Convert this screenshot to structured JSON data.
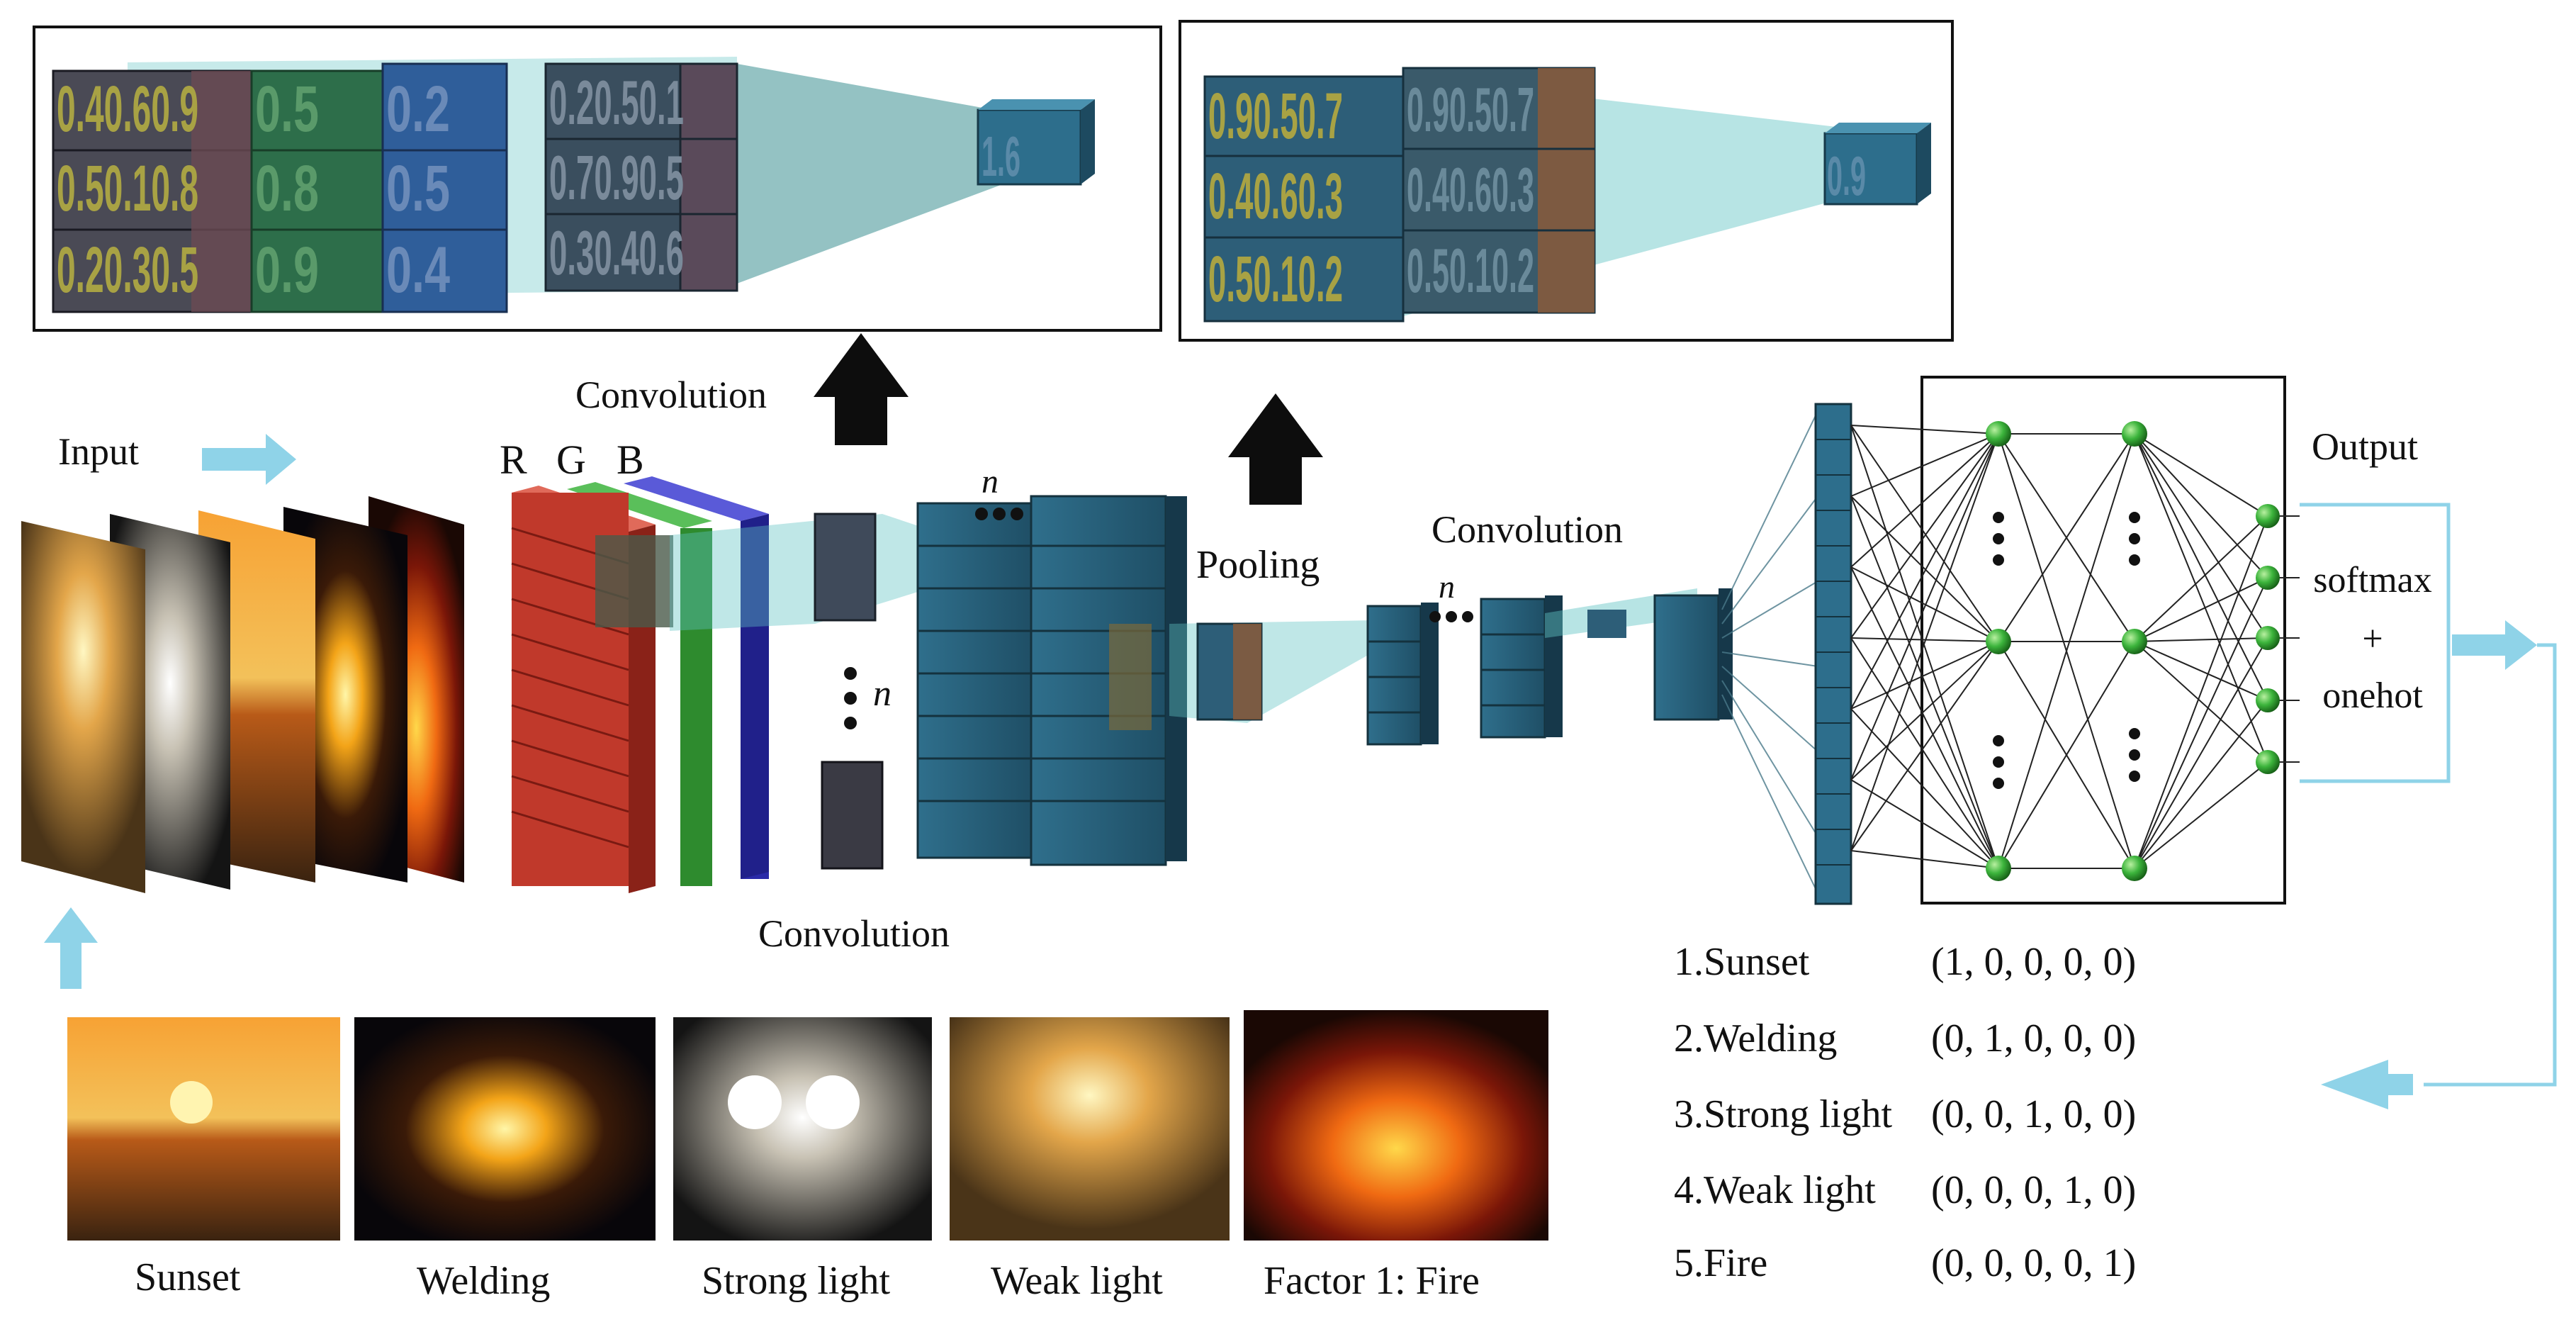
{
  "labels": {
    "input": "Input",
    "r": "R",
    "g": "G",
    "b": "B",
    "convolution_top": "Convolution",
    "convolution_mid": "Convolution",
    "convolution_bottom": "Convolution",
    "pooling": "Pooling",
    "output": "Output",
    "n1": "n",
    "n2": "n",
    "n3": "n",
    "softmax": "softmax",
    "plus": "+",
    "onehot": "onehot"
  },
  "zoom_convolution": {
    "input_rows": [
      "0.40.60.9",
      "0.50.10.8",
      "0.20.30.5"
    ],
    "g_rows": [
      "0.5",
      "0.8",
      "0.9"
    ],
    "b_rows": [
      "0.2",
      "0.5",
      "0.4"
    ],
    "kernel_rows": [
      "0.20.50.1",
      "0.70.90.5",
      "0.30.40.6"
    ],
    "result": "1.6"
  },
  "zoom_pooling": {
    "input_rows": [
      "0.90.50.7",
      "0.40.60.3",
      "0.50.10.2"
    ],
    "kernel_rows": [
      "0.90.50.7",
      "0.40.60.3",
      "0.50.10.2"
    ],
    "result": "0.9"
  },
  "classes": [
    {
      "label": "1.Sunset",
      "vector": "(1,  0,  0,  0,  0)"
    },
    {
      "label": "2.Welding",
      "vector": "(0,  1,  0,  0,  0)"
    },
    {
      "label": "3.Strong light",
      "vector": "(0,  0,  1,  0,  0)"
    },
    {
      "label": "4.Weak light",
      "vector": "(0,  0,  0,  1,  0)"
    },
    {
      "label": "5.Fire",
      "vector": "(0,  0,  0,  0,  1)"
    }
  ],
  "samples": [
    {
      "caption": "Sunset",
      "icon": "sunset-photo"
    },
    {
      "caption": "Welding",
      "icon": "welding-sparks-photo"
    },
    {
      "caption": "Strong light",
      "icon": "headlights-photo"
    },
    {
      "caption": "Weak light",
      "icon": "bulb-photo"
    },
    {
      "caption": "Factor 1:  Fire",
      "icon": "fire-photo"
    }
  ],
  "colors": {
    "teal": "#2f6f8c",
    "teal_dark": "#1f4f66",
    "arrow_blue": "#8fd3e8",
    "red": "#c0392b",
    "green": "#2e8b2e",
    "blue": "#2a2aa8",
    "neuron": "#3cb43c"
  }
}
